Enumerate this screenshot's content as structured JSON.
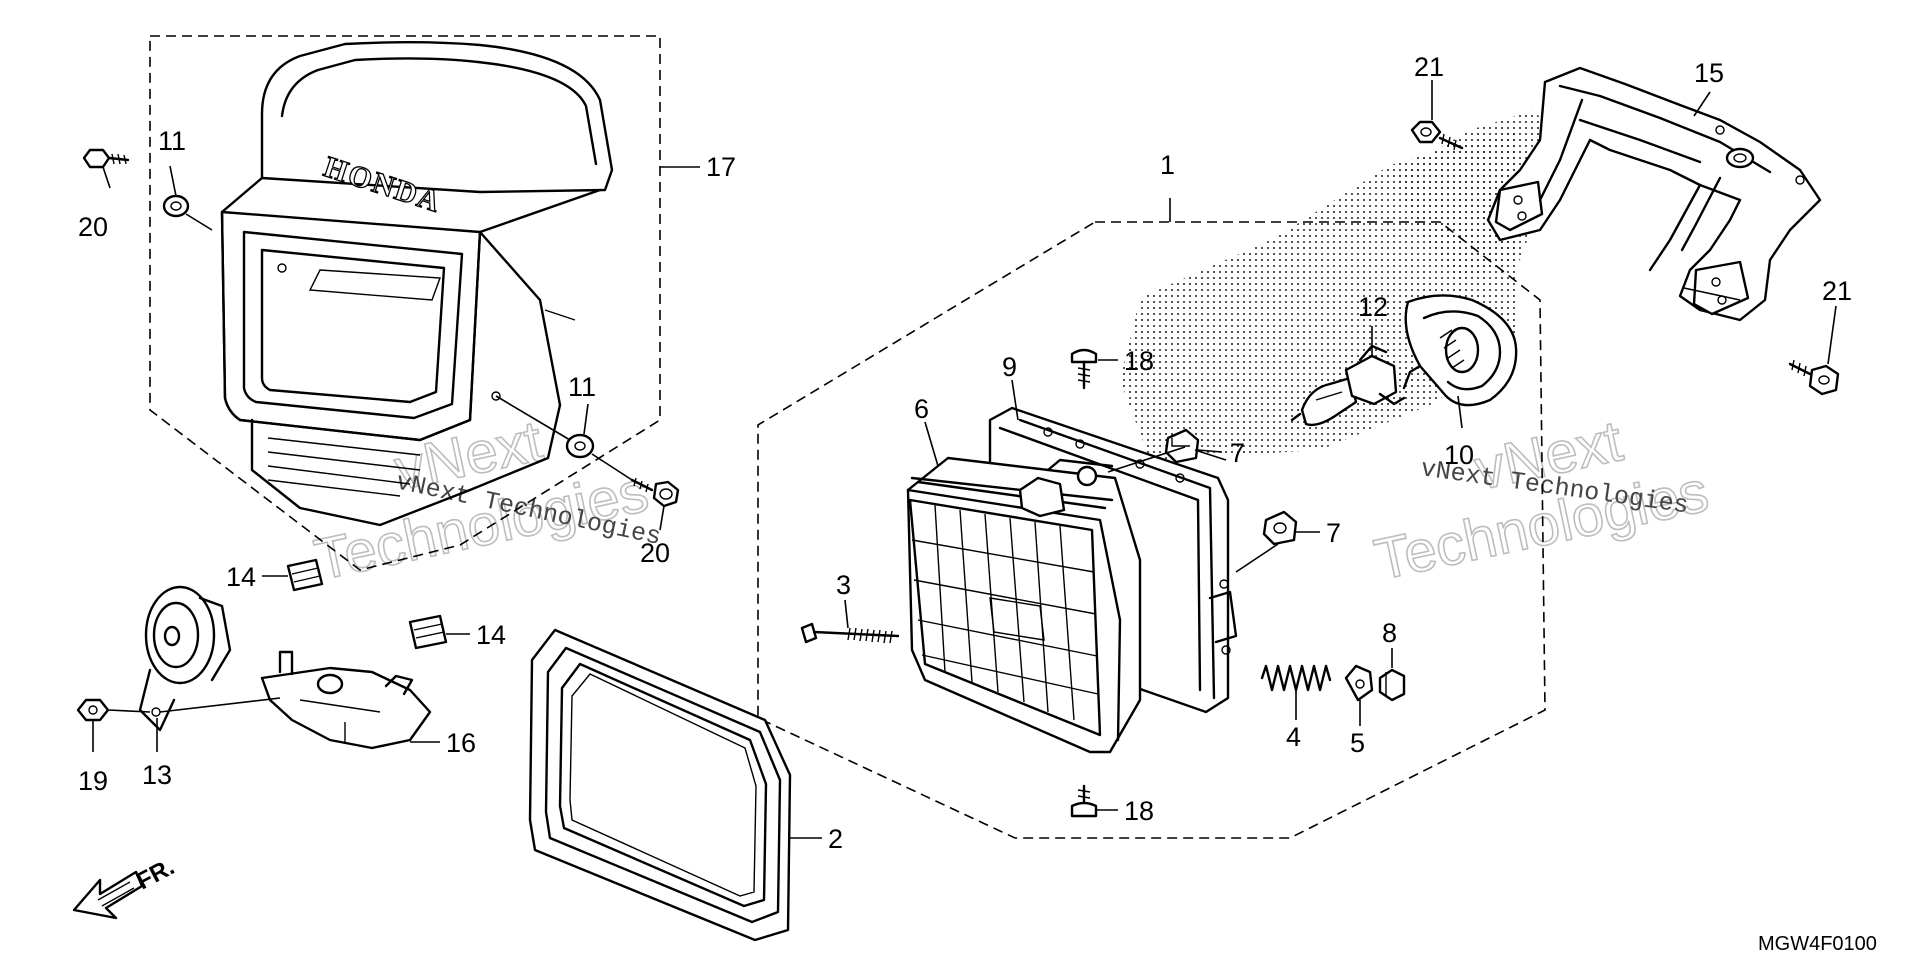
{
  "diagram": {
    "brand_text": "HONDA",
    "direction_label": "FR.",
    "diagram_code": "MGW4F0100",
    "watermark": {
      "big_first": "vNext",
      "big_second": "Technologies",
      "small": "vNext Technologies"
    },
    "callouts": [
      {
        "id": "c1",
        "text": "1"
      },
      {
        "id": "c2",
        "text": "2"
      },
      {
        "id": "c3",
        "text": "3"
      },
      {
        "id": "c4",
        "text": "4"
      },
      {
        "id": "c5",
        "text": "5"
      },
      {
        "id": "c6",
        "text": "6"
      },
      {
        "id": "c7a",
        "text": "7"
      },
      {
        "id": "c7b",
        "text": "7"
      },
      {
        "id": "c8",
        "text": "8"
      },
      {
        "id": "c9",
        "text": "9"
      },
      {
        "id": "c10",
        "text": "10"
      },
      {
        "id": "c11a",
        "text": "11"
      },
      {
        "id": "c11b",
        "text": "11"
      },
      {
        "id": "c12",
        "text": "12"
      },
      {
        "id": "c13",
        "text": "13"
      },
      {
        "id": "c14a",
        "text": "14"
      },
      {
        "id": "c14b",
        "text": "14"
      },
      {
        "id": "c15",
        "text": "15"
      },
      {
        "id": "c16",
        "text": "16"
      },
      {
        "id": "c17",
        "text": "17"
      },
      {
        "id": "c18a",
        "text": "18"
      },
      {
        "id": "c18b",
        "text": "18"
      },
      {
        "id": "c19",
        "text": "19"
      },
      {
        "id": "c20a",
        "text": "20"
      },
      {
        "id": "c20b",
        "text": "20"
      },
      {
        "id": "c21a",
        "text": "21"
      },
      {
        "id": "c21b",
        "text": "21"
      }
    ]
  }
}
